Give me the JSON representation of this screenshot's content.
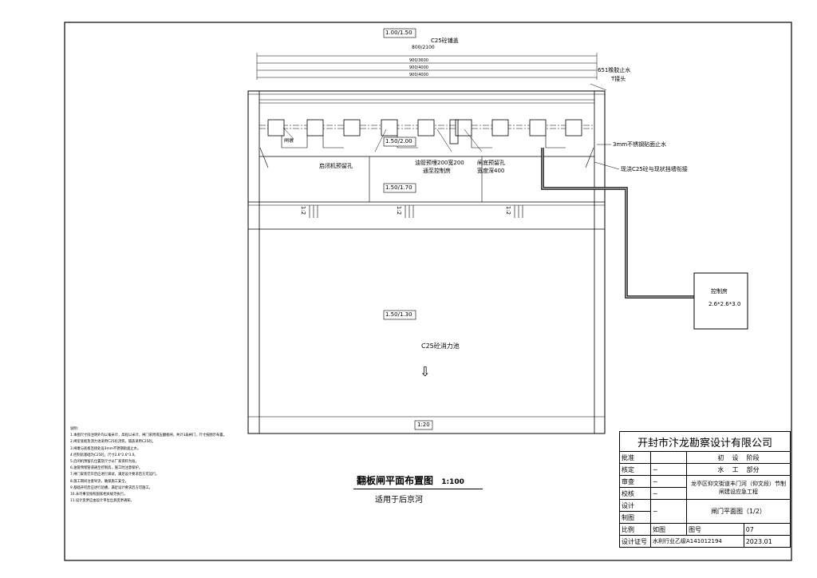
{
  "scale_labels": {
    "top": "1.00/1.50",
    "gate_mid": "1.50/2.00",
    "gate_lower": "1.50/1.70",
    "basin": "1.50/1.30",
    "bottom": "1:20"
  },
  "labels": {
    "cover": "C25砼铺盖",
    "waterstop": "651橡胶止水",
    "t_joint": "T接头",
    "ss_waterstop": "3mm不锈钢贴面止水",
    "existing_wall": "现浇C25砼与现状挡墙衔接",
    "pier": "闸墩",
    "hoist_hole": "启闭机预留孔",
    "embedded_pipe": "油管预埋200宽200",
    "embedded_pipe_sub": "通至控制房",
    "slot": "闸底预留孔",
    "slot_sub": "宽度深400",
    "slope_a": "1:2",
    "slope_b": "1:2",
    "slope_c": "1:2",
    "stilling_basin": "C25砼消力池",
    "control_room": "控制房",
    "control_room_size": "2.6*2.6*3.0",
    "flow_arrow": "⇩"
  },
  "dims": {
    "row1": "800/2100",
    "row2": "900/3600",
    "row3": "900/4000",
    "row4": "900/4000"
  },
  "title": {
    "main": "翻板闸平面布置图",
    "scale": "1:100",
    "subtitle": "适用于后京河"
  },
  "notes": [
    "说明:",
    "1.本图尺寸除注明外均以毫米计，高程以米计，闸门采用液压翻板闸，共计3扇闸门，尺寸按图示布置。",
    "2.闸室底板及消力池采用C25砼浇筑，铺盖采用C25砼。",
    "3.闸墩与底板连接处设3mm不锈钢贴面止水。",
    "4.控制房基础为C25砼，尺寸2.6*2.6*3.0。",
    "5.启闭机预留孔位置及尺寸以厂家资料为准。",
    "6.油管预埋管道通至控制房，施工时注意保护。",
    "7.闸门安装完毕后应进行调试，满足设计要求后方可运行。",
    "8.施工期间注意导流，确保施工安全。",
    "9.基础开挖后应进行验槽，满足设计要求后方可施工。",
    "10.未尽事宜按照国家相关规范执行。",
    "11.设计变更应由设计单位出具变更通知。"
  ],
  "title_block": {
    "company": "开封市汴龙勘察设计有限公司",
    "approve": "批准",
    "check": "核定",
    "review": "审查",
    "proof": "校核",
    "design": "设计",
    "draw": "制图",
    "ratio": "比例",
    "ratio_value": "如图",
    "fig_no_label": "图号",
    "fig_no": "07",
    "cert_label": "设计证号",
    "cert": "水利行业乙级A141012194",
    "date": "2023.01",
    "stage_1": "初",
    "stage_2": "设",
    "stage_3": "阶段",
    "part_1": "水",
    "part_2": "工",
    "part_3": "部分",
    "project": "龙亭区仰文街道丰门河（仰文段）节制闸建设应急工程",
    "drawing_name": "闸门平面图（1/2）"
  }
}
